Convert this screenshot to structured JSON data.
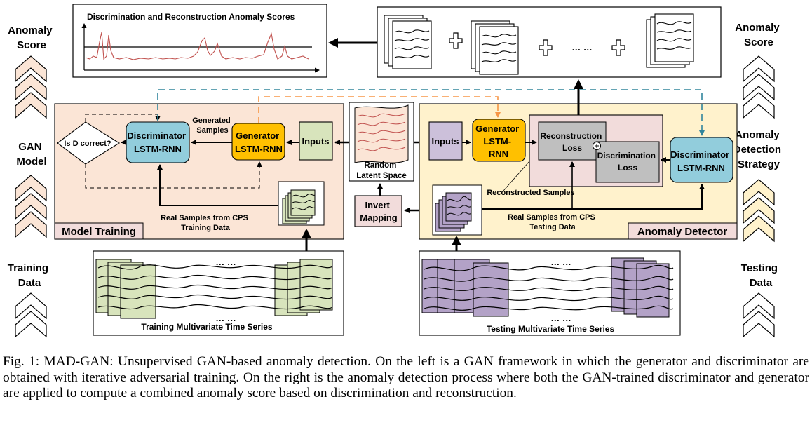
{
  "side_left": {
    "anomaly_score": [
      "Anomaly",
      "Score"
    ],
    "gan_model": [
      "GAN",
      "Model"
    ],
    "training_data": [
      "Training",
      "Data"
    ]
  },
  "side_right": {
    "anomaly_score": [
      "Anomaly",
      "Score"
    ],
    "strategy": [
      "Anomaly",
      "Detection",
      "Strategy"
    ],
    "testing_data": [
      "Testing",
      "Data"
    ]
  },
  "score_plot": {
    "title": "Discrimination and Reconstruction Anomaly  Scores"
  },
  "ellipsis": "… …",
  "model_training": {
    "title": "Model Training",
    "discriminator": [
      "Discriminator",
      "LSTM-RNN"
    ],
    "generator": [
      "Generator",
      "LSTM-RNN"
    ],
    "inputs": "Inputs",
    "decision": "Is D correct?",
    "generated_samples": [
      "Generated",
      "Samples"
    ],
    "real_samples": [
      "Real Samples from CPS",
      "Training Data"
    ]
  },
  "latent": {
    "label": [
      "Random",
      "Latent Space"
    ]
  },
  "invert_mapping": [
    "Invert",
    "Mapping"
  ],
  "anomaly_detector": {
    "title": "Anomaly Detector",
    "inputs": "Inputs",
    "generator": [
      "Generator",
      "LSTM-",
      "RNN"
    ],
    "reconstruction_loss": [
      "Reconstruction",
      "Loss"
    ],
    "discrimination_loss": [
      "Discrimination",
      "Loss"
    ],
    "discriminator": [
      "Discriminator",
      "LSTM-RNN"
    ],
    "reconstructed_samples": "Reconstructed Samples",
    "real_samples": [
      "Real Samples from CPS",
      "Testing Data"
    ]
  },
  "training_series": {
    "label": "Training Multivariate Time Series"
  },
  "testing_series": {
    "label": "Testing Multivariate Time Series"
  },
  "caption": "Fig. 1: MAD-GAN: Unsupervised GAN-based anomaly detection. On the left is a GAN framework in which the generator and discriminator are obtained with iterative adversarial training. On the right is the anomaly detection process where both the GAN-trained discriminator and generator are applied to compute a combined anomaly score based on discrimination and reconstruction.",
  "colors": {
    "training_bg": "#fbe5d6",
    "detector_bg": "#fff2cc",
    "discriminator": "#92cddc",
    "generator": "#ffc000",
    "inputs_green": "#d8e4bc",
    "inputs_purple": "#ccc0da",
    "loss_gray": "#bfbfbf",
    "loss_panel": "#f2dcdb",
    "training_series_fill": "#d8e4bc",
    "testing_series_fill": "#b3a2c7",
    "score_line": "#c0504d",
    "dashed_blue": "#31859c",
    "dashed_orange": "#f79646"
  }
}
